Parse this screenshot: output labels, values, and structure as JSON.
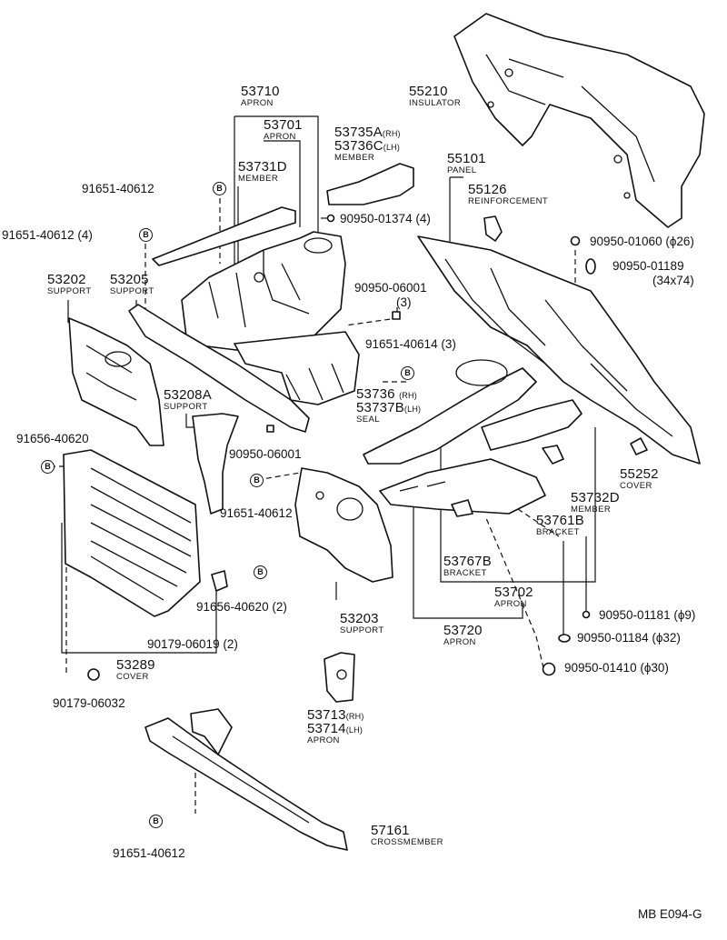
{
  "diagram_code": "MB E094-G",
  "parts": {
    "p55210": {
      "num": "55210",
      "name": "INSULATOR"
    },
    "p53710": {
      "num": "53710",
      "name": "APRON"
    },
    "p53701": {
      "num": "53701",
      "name": "APRON"
    },
    "p53735": {
      "num_rh": "53735A",
      "num_lh": "53736C",
      "rh": "(RH)",
      "lh": "(LH)",
      "name": "MEMBER"
    },
    "p53731": {
      "num": "53731D",
      "name": "MEMBER"
    },
    "p55101": {
      "num": "55101",
      "name": "PANEL"
    },
    "p55126": {
      "num": "55126",
      "name": "REINFORCEMENT"
    },
    "p53202": {
      "num": "53202",
      "name": "SUPPORT"
    },
    "p53205": {
      "num": "53205",
      "name": "SUPPORT"
    },
    "p53736": {
      "num_rh": "53736",
      "num_lh": "53737B",
      "rh": "(RH)",
      "lh": "(LH)",
      "name": "SEAL"
    },
    "p53208": {
      "num": "53208A",
      "name": "SUPPORT"
    },
    "p55252": {
      "num": "55252",
      "name": "COVER"
    },
    "p53732": {
      "num": "53732D",
      "name": "MEMBER"
    },
    "p53761": {
      "num": "53761B",
      "name": "BRACKET"
    },
    "p53767": {
      "num": "53767B",
      "name": "BRACKET"
    },
    "p53702": {
      "num": "53702",
      "name": "APRON"
    },
    "p53203": {
      "num": "53203",
      "name": "SUPPORT"
    },
    "p53720": {
      "num": "53720",
      "name": "APRON"
    },
    "p53289": {
      "num": "53289",
      "name": "COVER"
    },
    "p53713": {
      "num_rh": "53713",
      "num_lh": "53714",
      "rh": "(RH)",
      "lh": "(LH)",
      "name": "APRON"
    },
    "p57161": {
      "num": "57161",
      "name": "CROSSMEMBER"
    }
  },
  "fasteners": {
    "f1": {
      "num": "91651-40612"
    },
    "f2": {
      "num": "91651-40612",
      "qty": "(4)"
    },
    "f3": {
      "num": "90950-01374",
      "qty": "(4)"
    },
    "f4": {
      "num": "90950-01060",
      "spec": "(ϕ26)"
    },
    "f5": {
      "num": "90950-01189",
      "spec": "(34x74)"
    },
    "f6": {
      "num": "90950-06001",
      "qty": "(3)"
    },
    "f7": {
      "num": "91651-40614",
      "qty": "(3)"
    },
    "f8": {
      "num": "91656-40620"
    },
    "f9": {
      "num": "90950-06001"
    },
    "f10": {
      "num": "91651-40612"
    },
    "f11": {
      "num": "91656-40620",
      "qty": "(2)"
    },
    "f12": {
      "num": "90179-06019",
      "qty": "(2)"
    },
    "f13": {
      "num": "90950-01181",
      "spec": "(ϕ9)"
    },
    "f14": {
      "num": "90950-01184",
      "spec": "(ϕ32)"
    },
    "f15": {
      "num": "90950-01410",
      "spec": "(ϕ30)"
    },
    "f16": {
      "num": "90179-06032"
    },
    "f17": {
      "num": "91651-40612"
    }
  },
  "markers": {
    "b": "B"
  }
}
